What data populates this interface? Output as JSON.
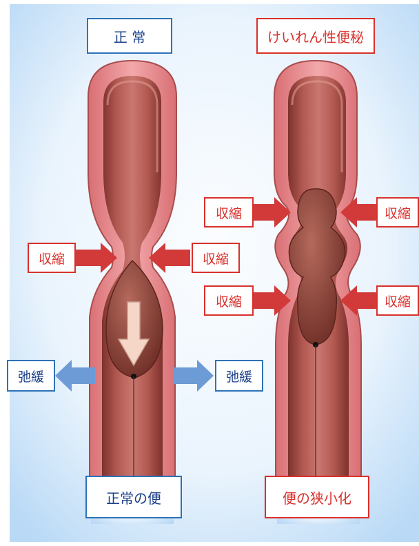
{
  "titles": {
    "normal": "正 常",
    "spastic": "けいれん性便秘"
  },
  "labels": {
    "contraction": "収縮",
    "relaxation": "弛緩",
    "normal_stool": "正常の便",
    "narrowed_stool": "便の狭小化"
  },
  "colors": {
    "background_light": "#f2f8fe",
    "background_edge": "#b9d9f6",
    "wall_outer": "#e8868a",
    "lumen": "#a84a43",
    "stool": "#8a4036",
    "contraction_arrow": "#d23a3a",
    "relaxation_arrow": "#6d9bd6",
    "label_blue": "#2d72b8",
    "label_red": "#d9302c"
  }
}
